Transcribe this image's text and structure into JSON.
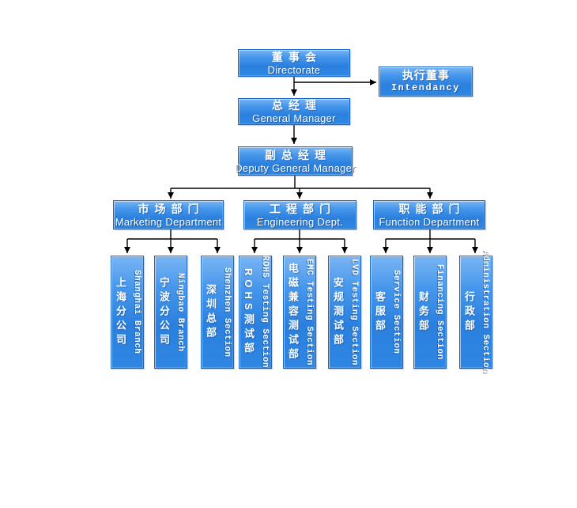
{
  "nodes": {
    "directorate": {
      "zh": "董事会",
      "en": "Directorate"
    },
    "intendancy": {
      "zh": "执行董事",
      "en": "Intendancy"
    },
    "general_manager": {
      "zh": "总经理",
      "en": "General Manager"
    },
    "deputy_general_manager": {
      "zh": "副总经理",
      "en": "Deputy General Manager"
    },
    "departments": [
      {
        "id": "marketing",
        "zh": "市场部门",
        "en": "Marketing Department",
        "children": [
          {
            "id": "shanghai-branch",
            "zh": "上海分公司",
            "en": "Shanghai Branch"
          },
          {
            "id": "ningbao-branch",
            "zh": "宁波分公司",
            "en": "Ningbao Branch"
          },
          {
            "id": "shenzhen-section",
            "zh": "深圳总部",
            "en": "Shenzhen Section"
          }
        ]
      },
      {
        "id": "engineering",
        "zh": "工程部门",
        "en": "Engineering Dept.",
        "children": [
          {
            "id": "rohs-testing-section",
            "zh": "ROHS测试部",
            "en": "ROHS Testing Section"
          },
          {
            "id": "emc-testing-section",
            "zh": "电磁兼容测试部",
            "en": "EMC Testing Section"
          },
          {
            "id": "lvd-testing-section",
            "zh": "安规测试部",
            "en": "LVD Testing Section"
          }
        ]
      },
      {
        "id": "function",
        "zh": "职能部门",
        "en": "Function Department",
        "children": [
          {
            "id": "service-section",
            "zh": "客服部",
            "en": "Service Section"
          },
          {
            "id": "financing-section",
            "zh": "财务部",
            "en": "Financing Section"
          },
          {
            "id": "administration-section",
            "zh": "行政部",
            "en": "Administration Section"
          }
        ]
      }
    ]
  },
  "colors": {
    "box_fill_top": "#7ab5f3",
    "box_fill_bottom": "#2f86e3",
    "box_border": "#1c64c6",
    "connector": "#000000",
    "text": "#ffffff",
    "background": "#ffffff"
  }
}
